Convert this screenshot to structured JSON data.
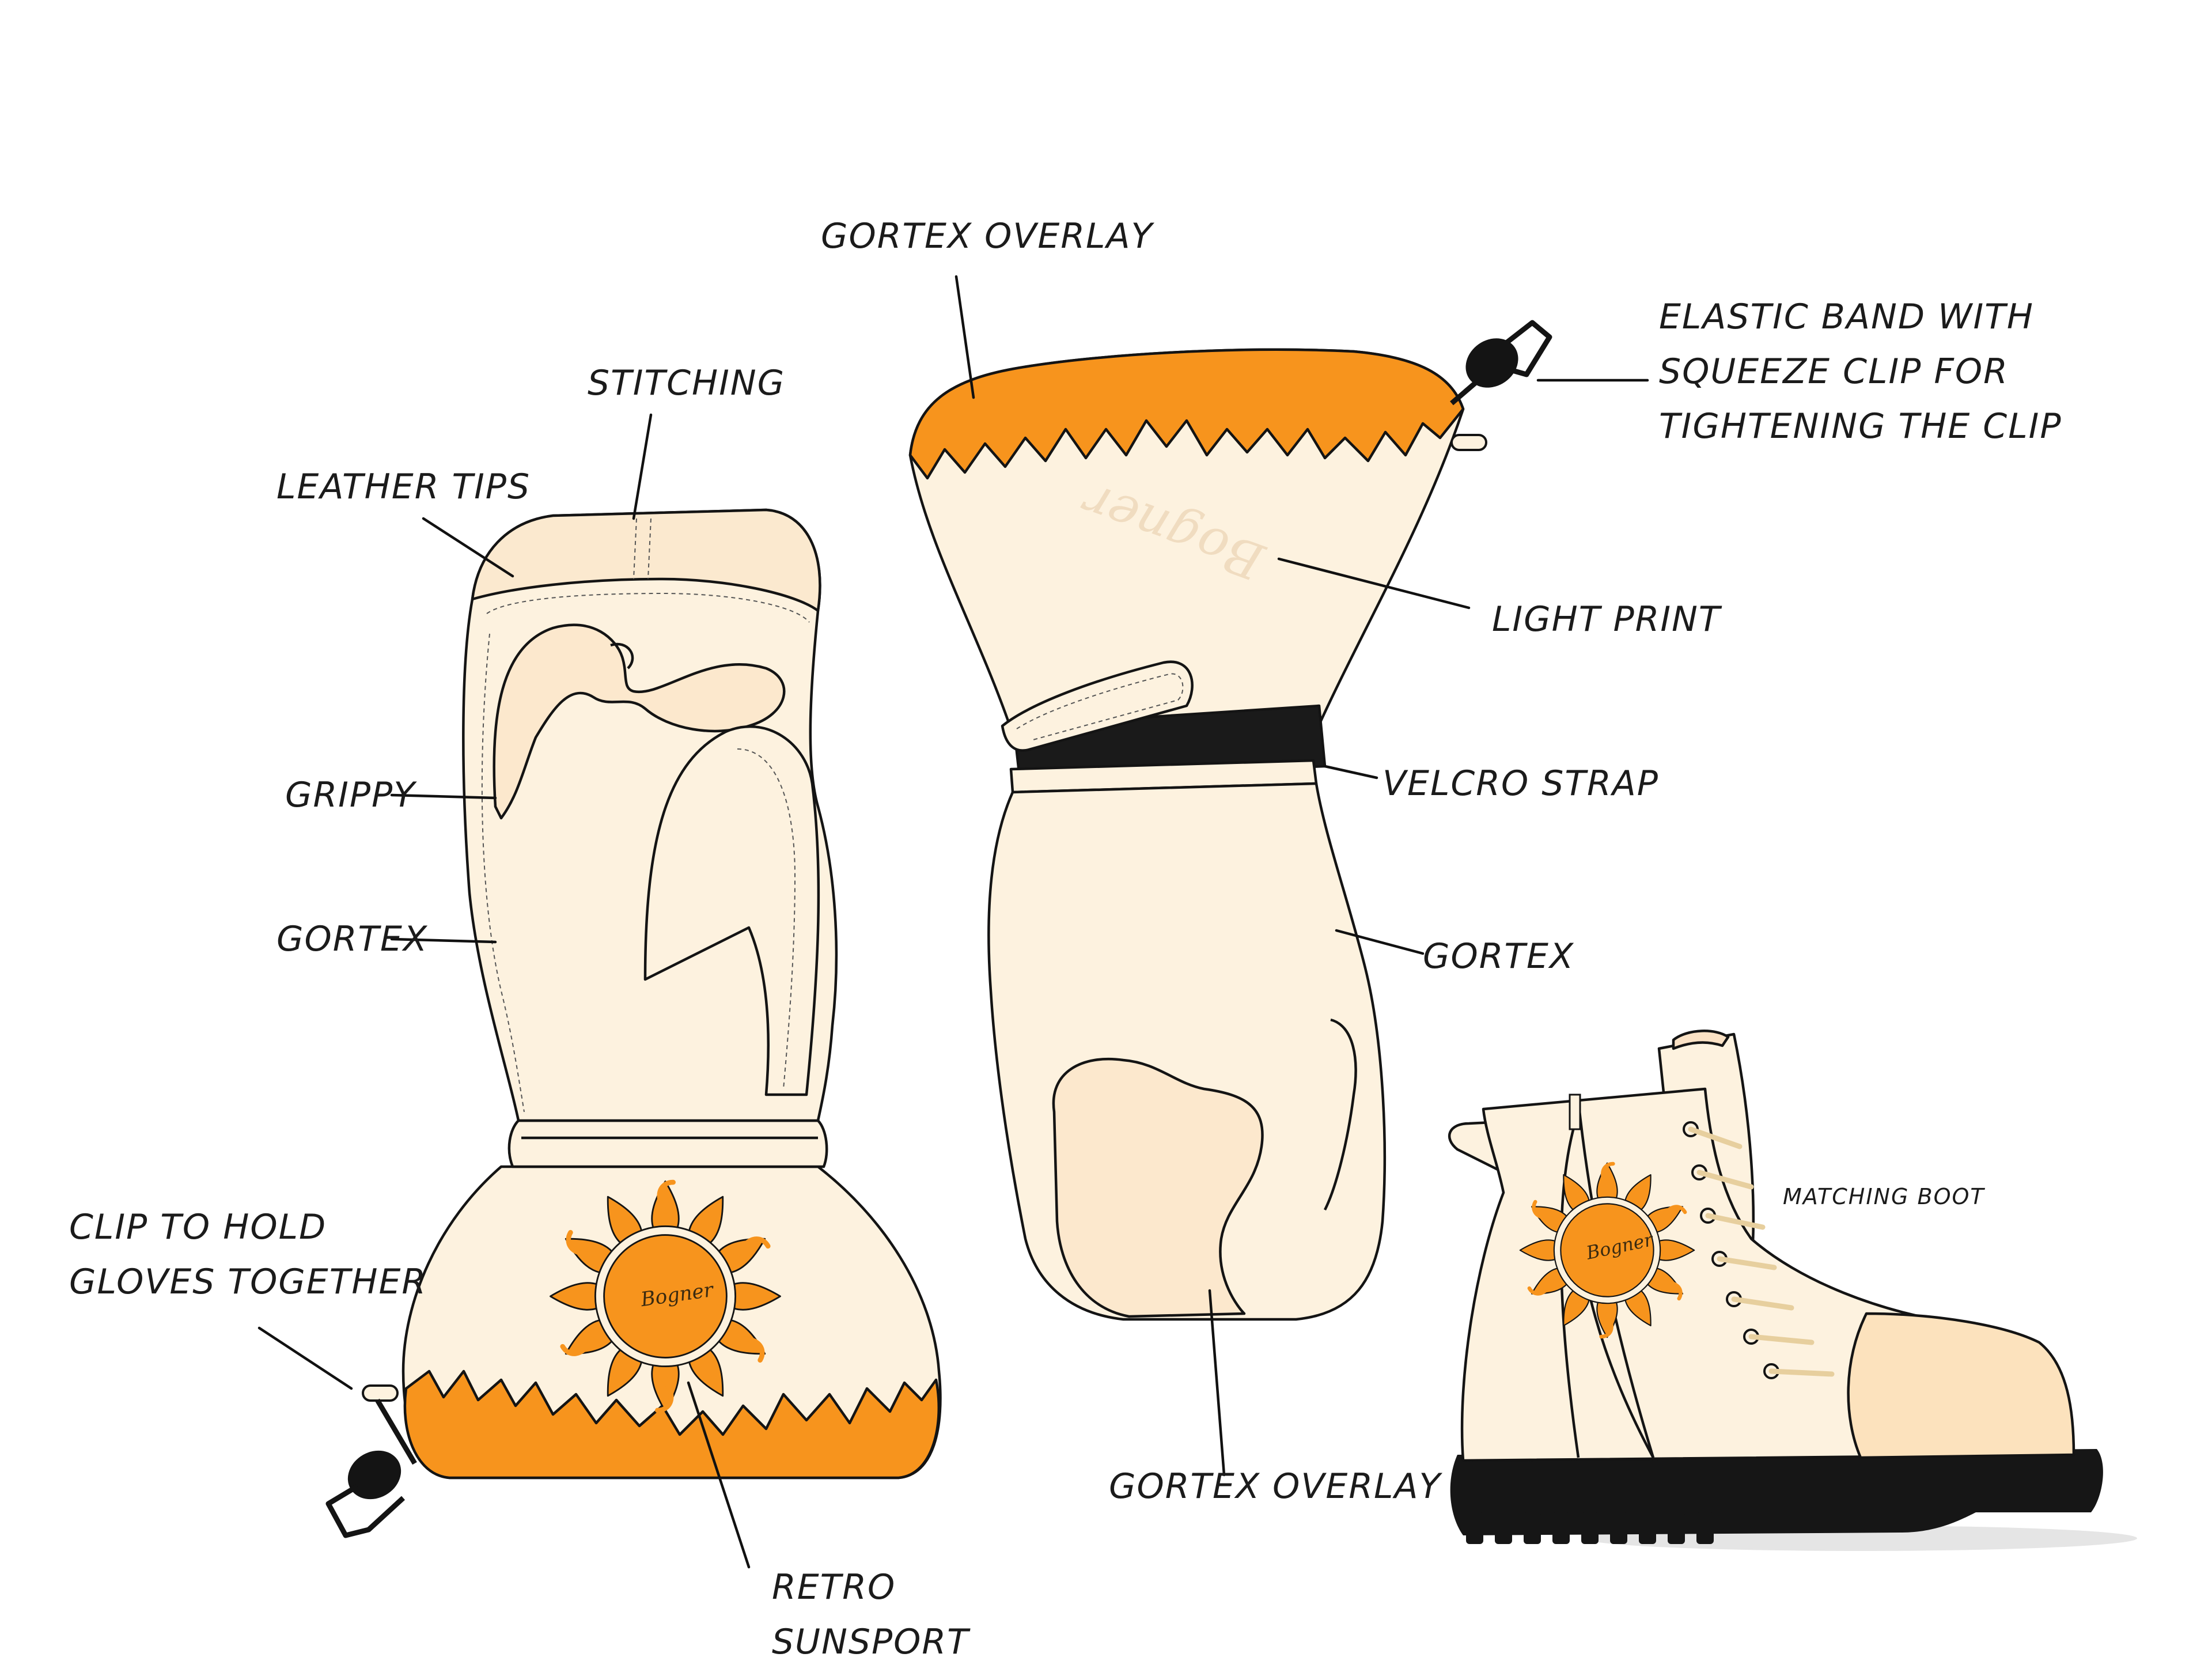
{
  "colors": {
    "background": "#ffffff",
    "fabric": "#fdf2df",
    "fabric_tip": "#fbe9cf",
    "grip": "#fce8cd",
    "orange": "#f7941d",
    "strap": "#1a1a1a",
    "sole": "#161616",
    "outline": "#141414"
  },
  "labels": {
    "gortex_overlay_top": "GORTEX OVERLAY",
    "stitching": "STITCHING",
    "elastic_line1": "ELASTIC BAND WITH",
    "elastic_line2": "SQUEEZE CLIP FOR",
    "elastic_line3": "TIGHTENING THE CLIP",
    "leather_tips": "LEATHER TIPS",
    "light_print": "LIGHT PRINT",
    "grippy": "GRIPPY",
    "velcro_strap": "VELCRO STRAP",
    "gortex_left": "GORTEX",
    "gortex_right": "GORTEX",
    "clip_line1": "CLIP TO HOLD",
    "clip_line2": "GLOVES TOGETHER",
    "gortex_overlay_bottom": "GORTEX OVERLAY",
    "matching_boot": "MATCHING BOOT",
    "retro_line1": "RETRO",
    "retro_line2": "SUNSPORT"
  },
  "brand": {
    "name": "Bogner"
  },
  "icons": {
    "left_mitten": "mitten-palm-icon",
    "right_mitten": "mitten-back-icon",
    "boot": "boot-icon",
    "sun_logo": "sun-logo-icon",
    "clip": "squeeze-clip-icon"
  }
}
